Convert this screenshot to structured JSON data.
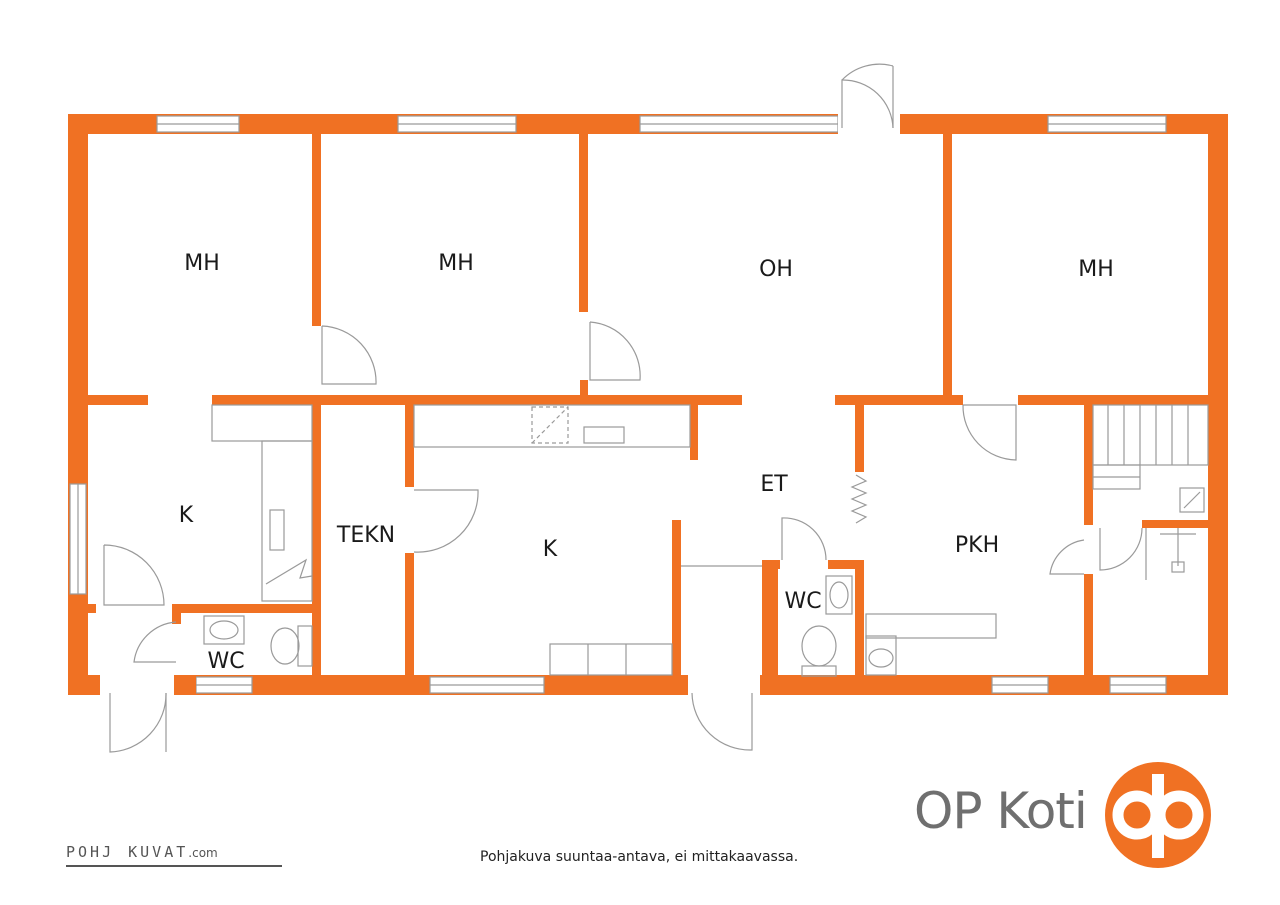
{
  "rooms": {
    "mh1": "MH",
    "mh2": "MH",
    "oh": "OH",
    "mh3": "MH",
    "k1": "K",
    "tekn": "TEKN",
    "k2": "K",
    "et": "ET",
    "pkh": "PKH",
    "wc1": "WC",
    "wc2": "WC"
  },
  "footer": {
    "brand": "OP Koti",
    "note": "Pohjakuva suuntaa-antava, ei mittakaavassa.",
    "watermark_left": "POHJ",
    "watermark_right": "KUVAT",
    "watermark_domain": ".com"
  },
  "colors": {
    "walls": "#f07123",
    "logo": "#f07123",
    "brand_text": "#6f6f6f"
  }
}
